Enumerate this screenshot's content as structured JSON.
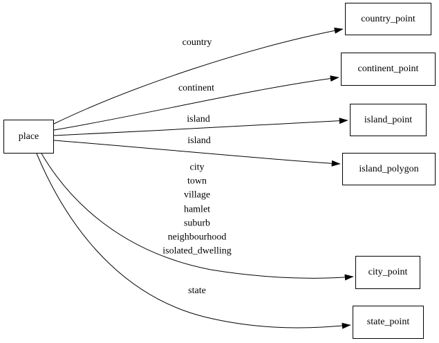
{
  "diagram": {
    "nodes": {
      "place": "place",
      "country_point": "country_point",
      "continent_point": "continent_point",
      "island_point": "island_point",
      "island_polygon": "island_polygon",
      "city_point": "city_point",
      "state_point": "state_point"
    },
    "edge_labels": {
      "country": "country",
      "continent": "continent",
      "island_to_point": "island",
      "island_to_polygon": "island",
      "city_group": "city\ntown\nvillage\nhamlet\nsuburb\nneighbourhood\nisolated_dwelling",
      "state": "state"
    },
    "colors": {
      "background": "#ffffff",
      "stroke": "#000000",
      "text": "#000000"
    }
  }
}
